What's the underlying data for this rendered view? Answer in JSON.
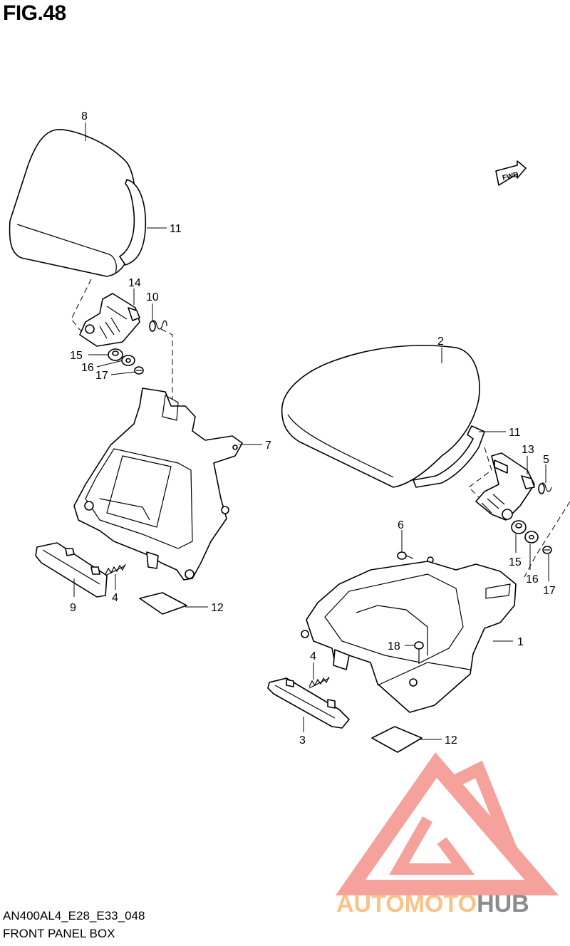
{
  "figure": {
    "title": "FIG.48",
    "model_code": "AN400AL4_E28_E33_048",
    "caption": "FRONT PANEL BOX"
  },
  "fwd_badge": {
    "label": "FWD"
  },
  "watermark": {
    "wordmark_left": "AUTOMOTO",
    "wordmark_right": "HUB",
    "colors": {
      "triangle": "#f4a29b",
      "wordmark_left": "#f7c38a",
      "wordmark_right": "#8c8c8c"
    }
  },
  "callouts": [
    {
      "id": "8",
      "label": "8"
    },
    {
      "id": "11a",
      "label": "11"
    },
    {
      "id": "14",
      "label": "14"
    },
    {
      "id": "10",
      "label": "10"
    },
    {
      "id": "15a",
      "label": "15"
    },
    {
      "id": "16a",
      "label": "16"
    },
    {
      "id": "17a",
      "label": "17"
    },
    {
      "id": "7",
      "label": "7"
    },
    {
      "id": "9",
      "label": "9"
    },
    {
      "id": "4a",
      "label": "4"
    },
    {
      "id": "12a",
      "label": "12"
    },
    {
      "id": "2",
      "label": "2"
    },
    {
      "id": "11b",
      "label": "11"
    },
    {
      "id": "13",
      "label": "13"
    },
    {
      "id": "5",
      "label": "5"
    },
    {
      "id": "6",
      "label": "6"
    },
    {
      "id": "15b",
      "label": "15"
    },
    {
      "id": "16b",
      "label": "16"
    },
    {
      "id": "17b",
      "label": "17"
    },
    {
      "id": "1",
      "label": "1"
    },
    {
      "id": "18",
      "label": "18"
    },
    {
      "id": "4b",
      "label": "4"
    },
    {
      "id": "3",
      "label": "3"
    },
    {
      "id": "12b",
      "label": "12"
    }
  ]
}
